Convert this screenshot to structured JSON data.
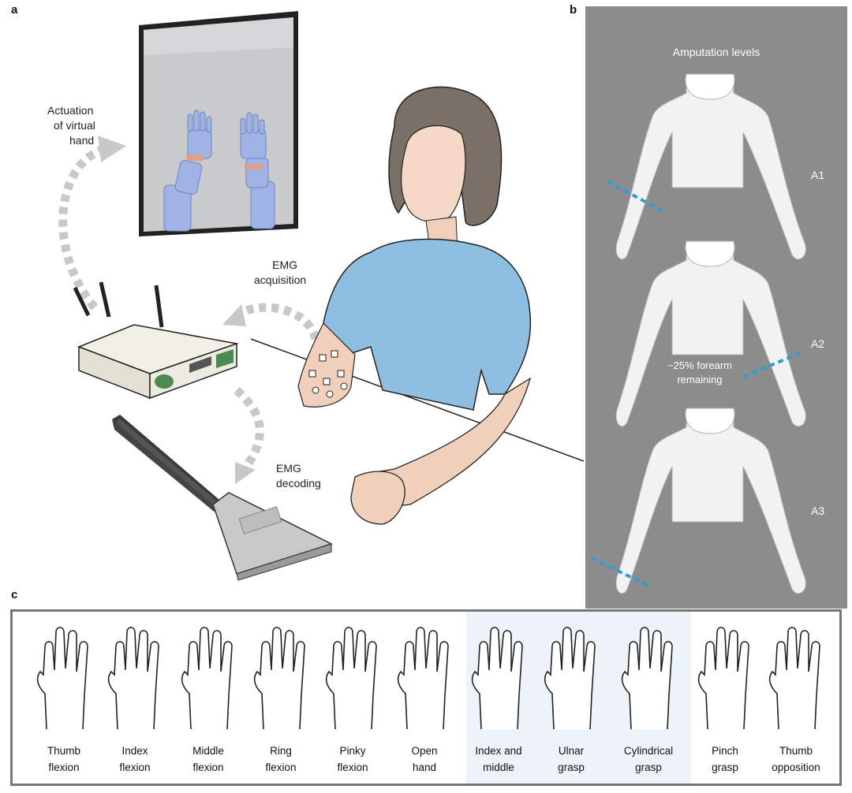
{
  "panels": {
    "a": "a",
    "b": "b",
    "c": "c"
  },
  "panel_a": {
    "actuation_label": "Actuation of virtual hand",
    "actuation_lines": [
      "Actuation",
      "of virtual",
      "hand"
    ],
    "acquisition_lines": [
      "EMG",
      "acquisition"
    ],
    "decoding_lines": [
      "EMG",
      "decoding"
    ]
  },
  "panel_b": {
    "title": "Amputation levels",
    "levels": [
      "A1",
      "A2",
      "A3"
    ],
    "note_lines": [
      "~25% forearm",
      "remaining"
    ]
  },
  "panel_c": {
    "gestures": [
      {
        "line1": "Thumb",
        "line2": "flexion"
      },
      {
        "line1": "Index",
        "line2": "flexion"
      },
      {
        "line1": "Middle",
        "line2": "flexion"
      },
      {
        "line1": "Ring",
        "line2": "flexion"
      },
      {
        "line1": "Pinky",
        "line2": "flexion"
      },
      {
        "line1": "Open",
        "line2": "hand"
      },
      {
        "line1": "Index and",
        "line2": "middle"
      },
      {
        "line1": "Ulnar",
        "line2": "grasp"
      },
      {
        "line1": "Cylindrical",
        "line2": "grasp"
      },
      {
        "line1": "Pinch",
        "line2": "grasp"
      },
      {
        "line1": "Thumb",
        "line2": "opposition"
      }
    ]
  },
  "colors": {
    "panel_b_background": "#8c8c8c",
    "cut_line": "#2a9fd6",
    "shirt": "#8fbfe0",
    "virtual_hand": "#9fb3e6",
    "highlight": "#eef3fa"
  }
}
